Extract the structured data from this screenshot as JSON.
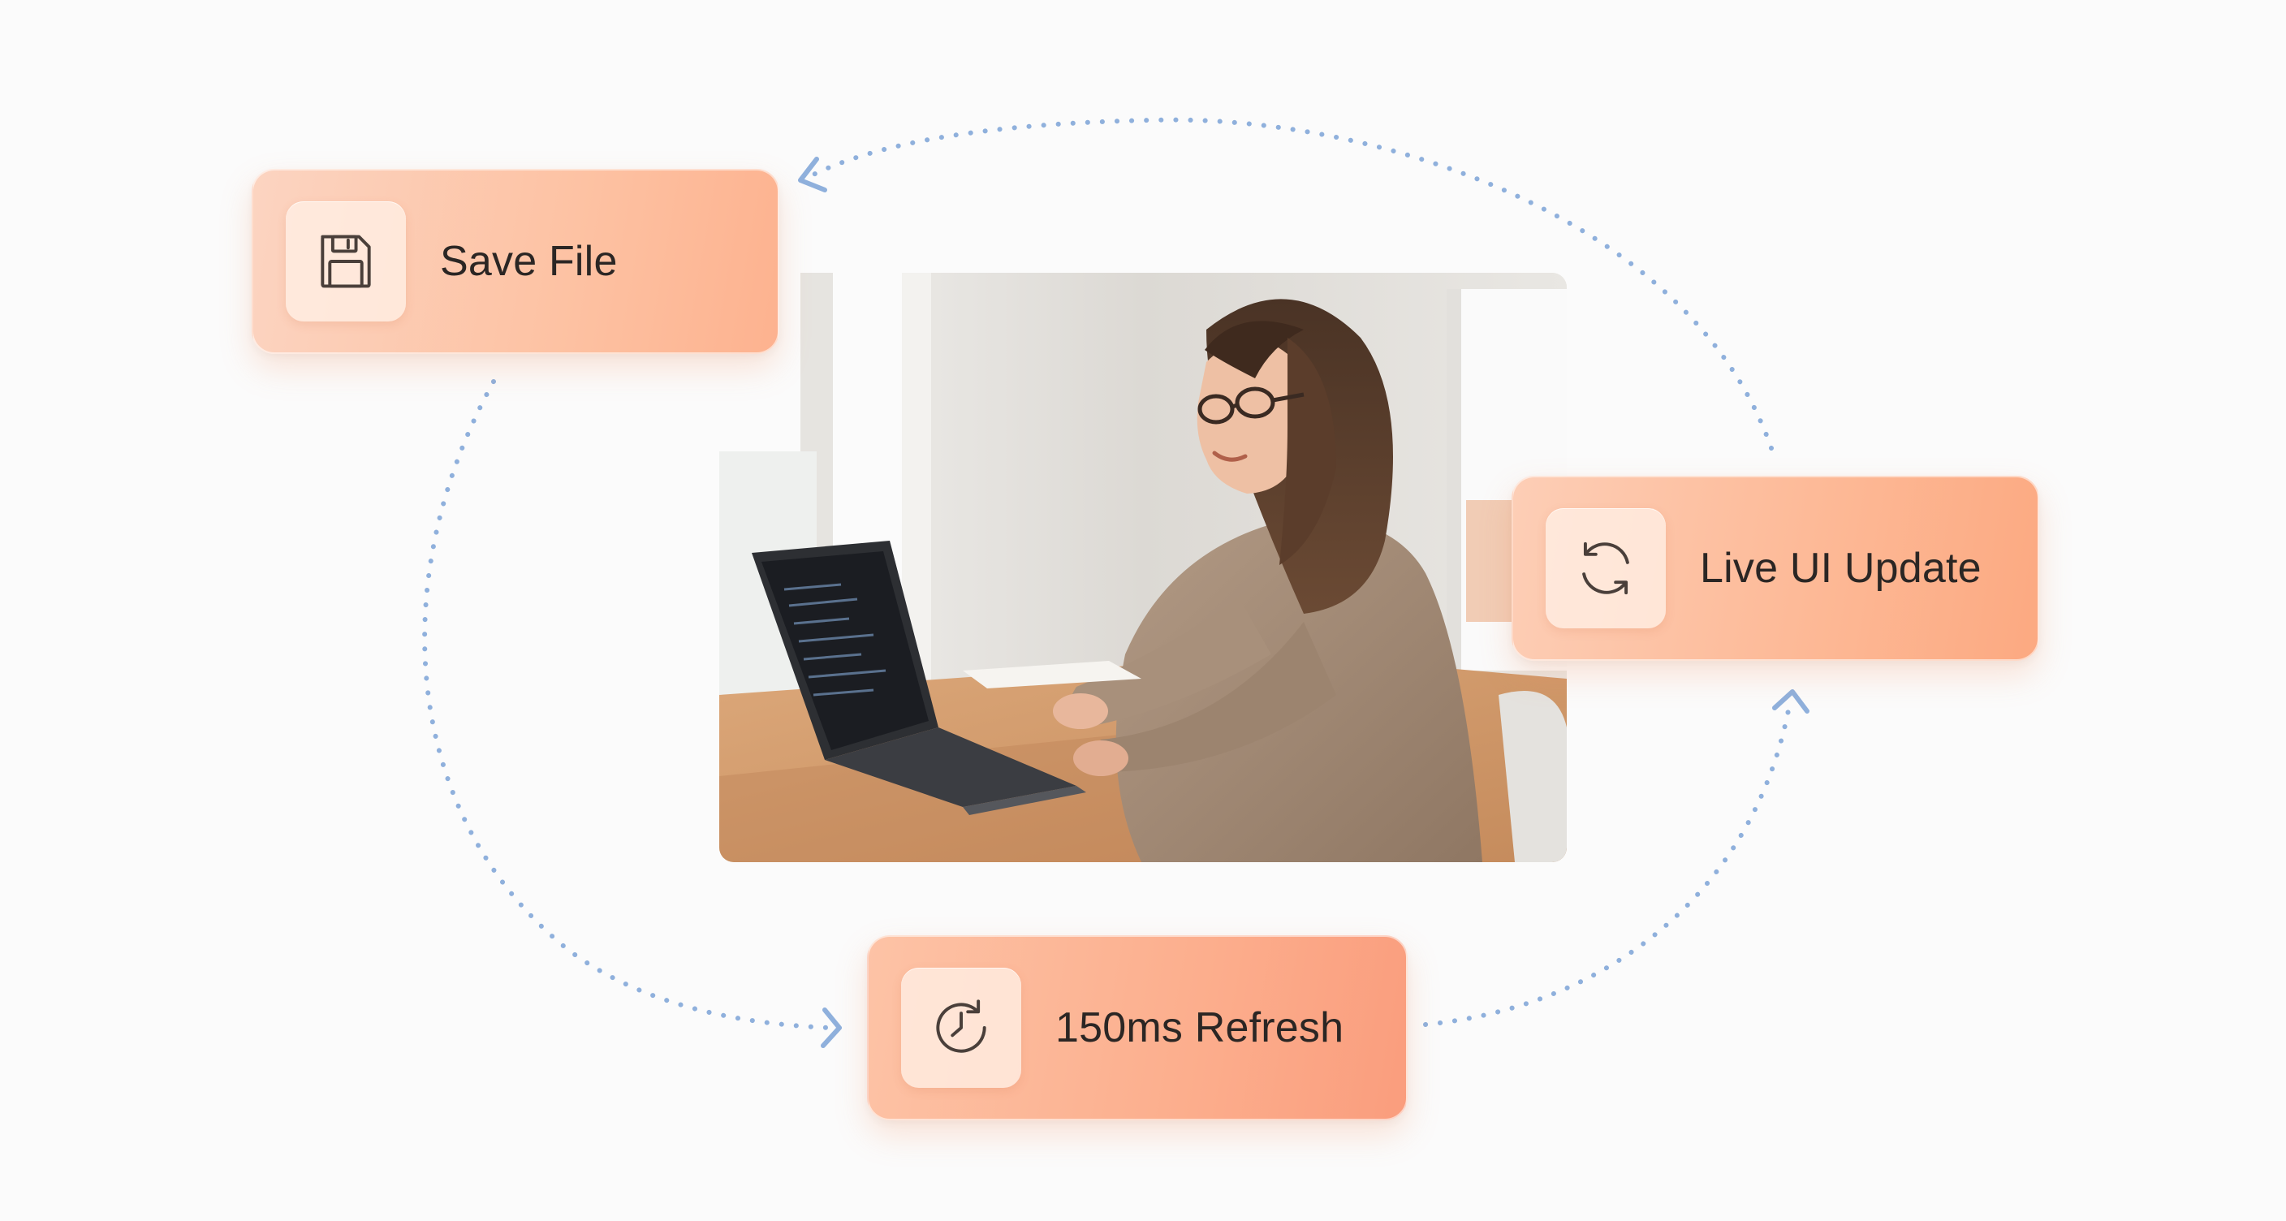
{
  "diagram": {
    "cards": {
      "save": {
        "label": "Save File",
        "icon": "floppy-disk-icon"
      },
      "live": {
        "label": "Live UI Update",
        "icon": "refresh-cycle-icon"
      },
      "refresh": {
        "label": "150ms Refresh",
        "icon": "clock-refresh-icon"
      }
    },
    "photo": {
      "subject": "woman-typing-on-laptop"
    },
    "colors": {
      "connector": "#8fb0dc",
      "card_text": "#2b2624",
      "icon_stroke": "#4a3f3a"
    }
  }
}
